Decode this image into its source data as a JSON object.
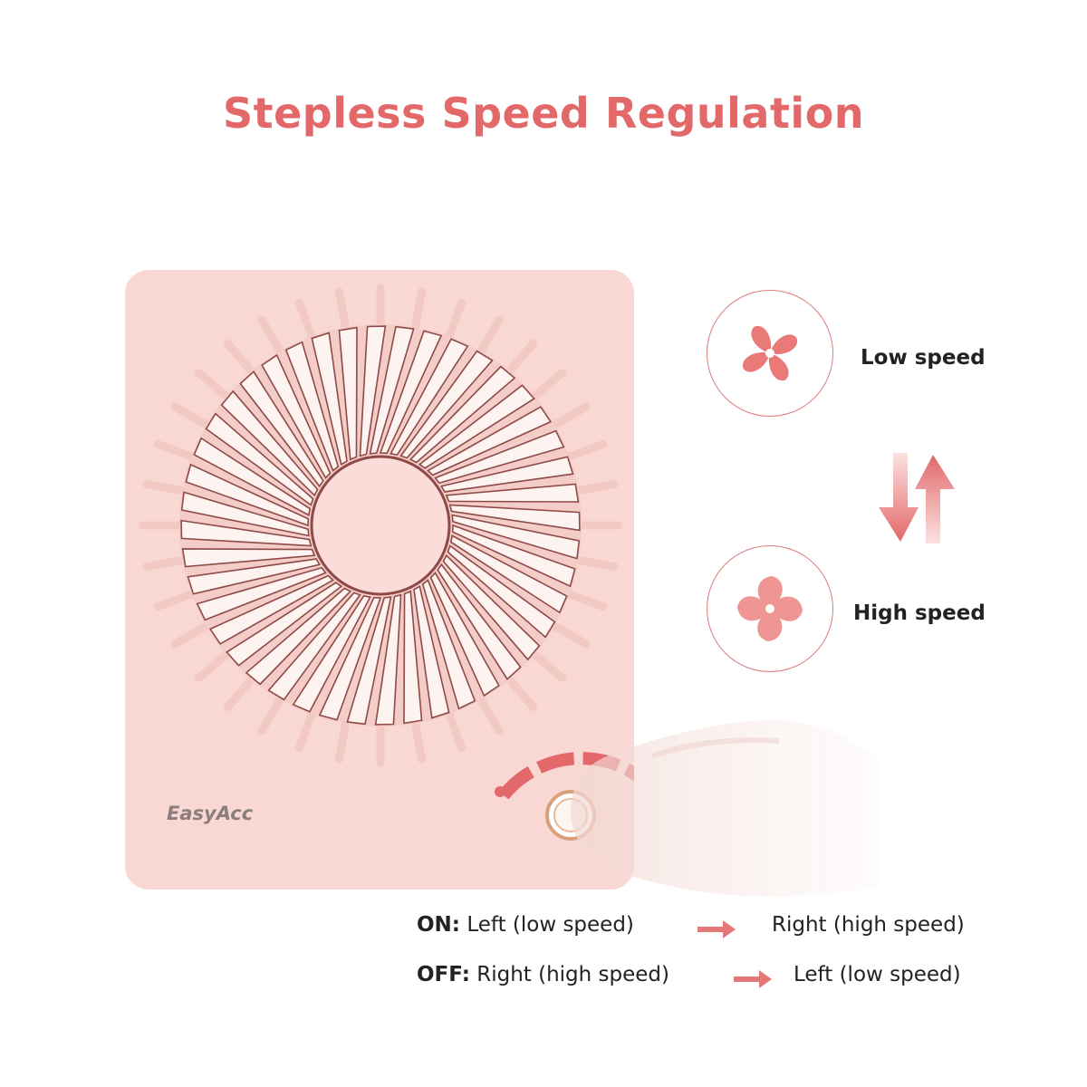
{
  "title": "Stepless Speed Regulation",
  "brand": "EasyAcc",
  "speeds": {
    "low_label": "Low speed",
    "high_label": "High speed"
  },
  "instructions": {
    "on_label": "ON:",
    "on_from": "Left (low speed)",
    "on_to": "Right (high speed)",
    "off_label": "OFF:",
    "off_from": "Right (high speed)",
    "off_to": "Left (low speed)"
  },
  "colors": {
    "accent": "#e2686a",
    "fan_body": "#f9d7d3",
    "blade": "#fdf3f1",
    "blade_shadow": "#8e4a46"
  },
  "icons": {
    "low": "fan-low-speed-icon",
    "high": "fan-high-speed-icon",
    "switch": "up-down-arrows-icon",
    "arrow": "right-arrow-icon",
    "knob": "speed-knob-icon",
    "hand": "hand-icon"
  }
}
